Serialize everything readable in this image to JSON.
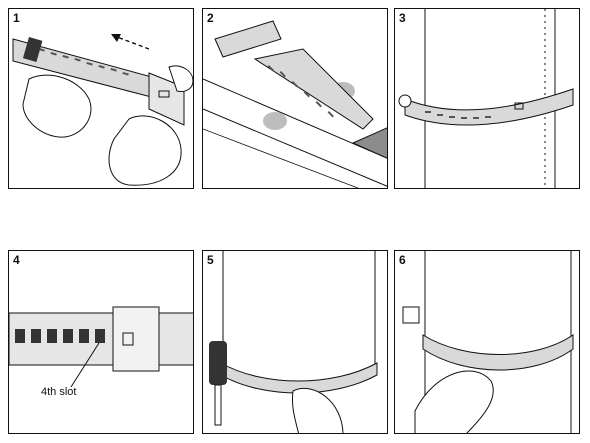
{
  "steps": [
    {
      "number": "1"
    },
    {
      "number": "2"
    },
    {
      "number": "3"
    },
    {
      "number": "4",
      "callout": "4th slot"
    },
    {
      "number": "5"
    },
    {
      "number": "6"
    }
  ],
  "colors": {
    "ink": "#111111",
    "band": "#d9d9d9",
    "band_dark": "#8c8c8c",
    "shade": "#bdbdbd",
    "paper": "#ffffff"
  },
  "icons": [
    "hand-icon",
    "screwdriver-icon",
    "hose-clamp-icon",
    "pipe-icon",
    "arrow-icon"
  ]
}
